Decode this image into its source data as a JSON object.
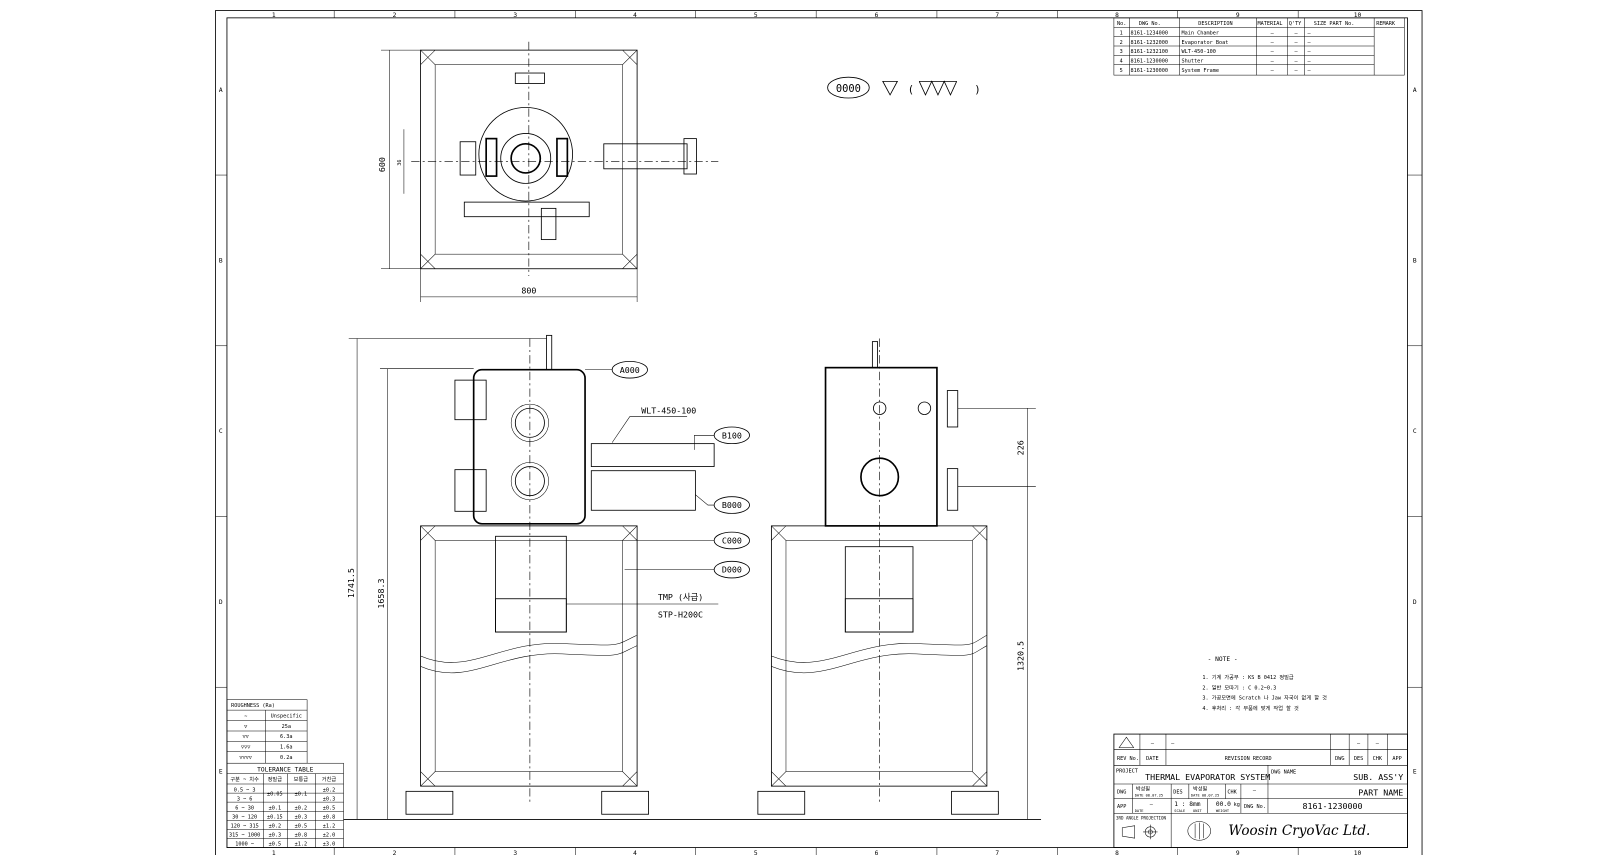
{
  "border": {
    "columns": [
      "1",
      "2",
      "3",
      "4",
      "5",
      "6",
      "7",
      "8",
      "9",
      "10"
    ],
    "rows": [
      "A",
      "B",
      "C",
      "D",
      "E"
    ]
  },
  "parts_list": {
    "headers": [
      "No.",
      "DWG No.",
      "DESCRIPTION",
      "MATERIAL",
      "Q'TY",
      "SIZE PART No.",
      "REMARK"
    ],
    "rows": [
      {
        "no": "1",
        "dwg": "8161-1234000",
        "desc": "Main Chamber",
        "material": "—",
        "qty": "—",
        "size": "—"
      },
      {
        "no": "2",
        "dwg": "8161-1232000",
        "desc": "Evaporator Boat",
        "material": "—",
        "qty": "—",
        "size": "—"
      },
      {
        "no": "3",
        "dwg": "8161-1232100",
        "desc": "WLT-450-100",
        "material": "—",
        "qty": "—",
        "size": "—"
      },
      {
        "no": "4",
        "dwg": "8161-1230000",
        "desc": "Shutter",
        "material": "—",
        "qty": "—",
        "size": "—"
      },
      {
        "no": "5",
        "dwg": "8161-1230000",
        "desc": "System Frame",
        "material": "—",
        "qty": "—",
        "size": "—"
      }
    ]
  },
  "surface_symbol": {
    "balloon": "0000",
    "open": "(",
    "close": ")"
  },
  "top_view": {
    "dim_height": "600",
    "dim_width": "800",
    "dim_small": "36"
  },
  "front_view": {
    "dim_overall": "1741.5",
    "dim_frame": "1658.3",
    "callouts": [
      "A000",
      "B100",
      "B000",
      "C000",
      "D000"
    ],
    "label_valve": "WLT-450-100",
    "label_tmp": "TMP (사급)",
    "label_tmp_model": "STP-H200C"
  },
  "side_view": {
    "dim_upper": "226",
    "dim_lower": "1320.5"
  },
  "notes": {
    "title": "- NOTE -",
    "items": [
      "1. 기계 가공부 : KS B 0412 정밀급",
      "2. 일반 모따기 : C 0.2~0.3",
      "3. 가공모면에 Scratch 나 Jaw 자국이 없게 할 것",
      "4. 후처리 : 각 부품에 맞게 작업 할 것"
    ]
  },
  "roughness_table": {
    "title": "ROUGHNESS (Ra)",
    "rows": [
      {
        "symbol": "∼",
        "value": "Unspecific"
      },
      {
        "symbol": "▽",
        "value": "25a"
      },
      {
        "symbol": "▽▽",
        "value": "6.3a"
      },
      {
        "symbol": "▽▽▽",
        "value": "1.6a"
      },
      {
        "symbol": "▽▽▽▽",
        "value": "0.2a"
      }
    ]
  },
  "tolerance_table": {
    "title": "TOLERANCE TABLE",
    "headers": [
      "구분 ~ 치수",
      "정밀급",
      "보통급",
      "거친급"
    ],
    "rows": [
      {
        "range": "0.5 ~ 3",
        "fine": "±0.05",
        "medium": "±0.1",
        "coarse": "±0.2"
      },
      {
        "range": "3 ~ 6",
        "fine": "",
        "medium": "",
        "coarse": "±0.3"
      },
      {
        "range": "6 ~ 30",
        "fine": "±0.1",
        "medium": "±0.2",
        "coarse": "±0.5"
      },
      {
        "range": "30 ~ 120",
        "fine": "±0.15",
        "medium": "±0.3",
        "coarse": "±0.8"
      },
      {
        "range": "120 ~ 315",
        "fine": "±0.2",
        "medium": "±0.5",
        "coarse": "±1.2"
      },
      {
        "range": "315 ~ 1000",
        "fine": "±0.3",
        "medium": "±0.8",
        "coarse": "±2.0"
      },
      {
        "range": "1000 ~",
        "fine": "±0.5",
        "medium": "±1.2",
        "coarse": "±3.0"
      }
    ]
  },
  "title_block": {
    "rev_dash": "—",
    "rev_no": "REV No.",
    "date": "DATE",
    "revision_record": "REVISION RECORD",
    "dwg": "DWG",
    "des": "DES",
    "chk": "CHK",
    "app": "APP",
    "project_label": "PROJECT",
    "project": "THERMAL EVAPORATOR SYSTEM",
    "dwg_name_label": "DWG NAME",
    "dwg_name": "SUB. ASS'Y",
    "part_name": "PART NAME",
    "drawn_by": "박성필",
    "drawn_date": "DATE 08.07.25",
    "designed_by": "박성필",
    "designed_date": "DATE 08.07.25",
    "chk_value": "—",
    "app_value": "—",
    "date_label": "DATE",
    "scale": "1 : 8",
    "scale_label": "SCALE",
    "unit": "mm",
    "unit_label": "UNIT",
    "weight": "00.0",
    "weight_unit": "kg",
    "weight_label": "WEIGHT",
    "dwg_no_label": "DWG No.",
    "dwg_no": "8161-1230000",
    "projection_label": "3RD ANGLE PROJECTION",
    "company": "Woosin CryoVac Ltd."
  }
}
